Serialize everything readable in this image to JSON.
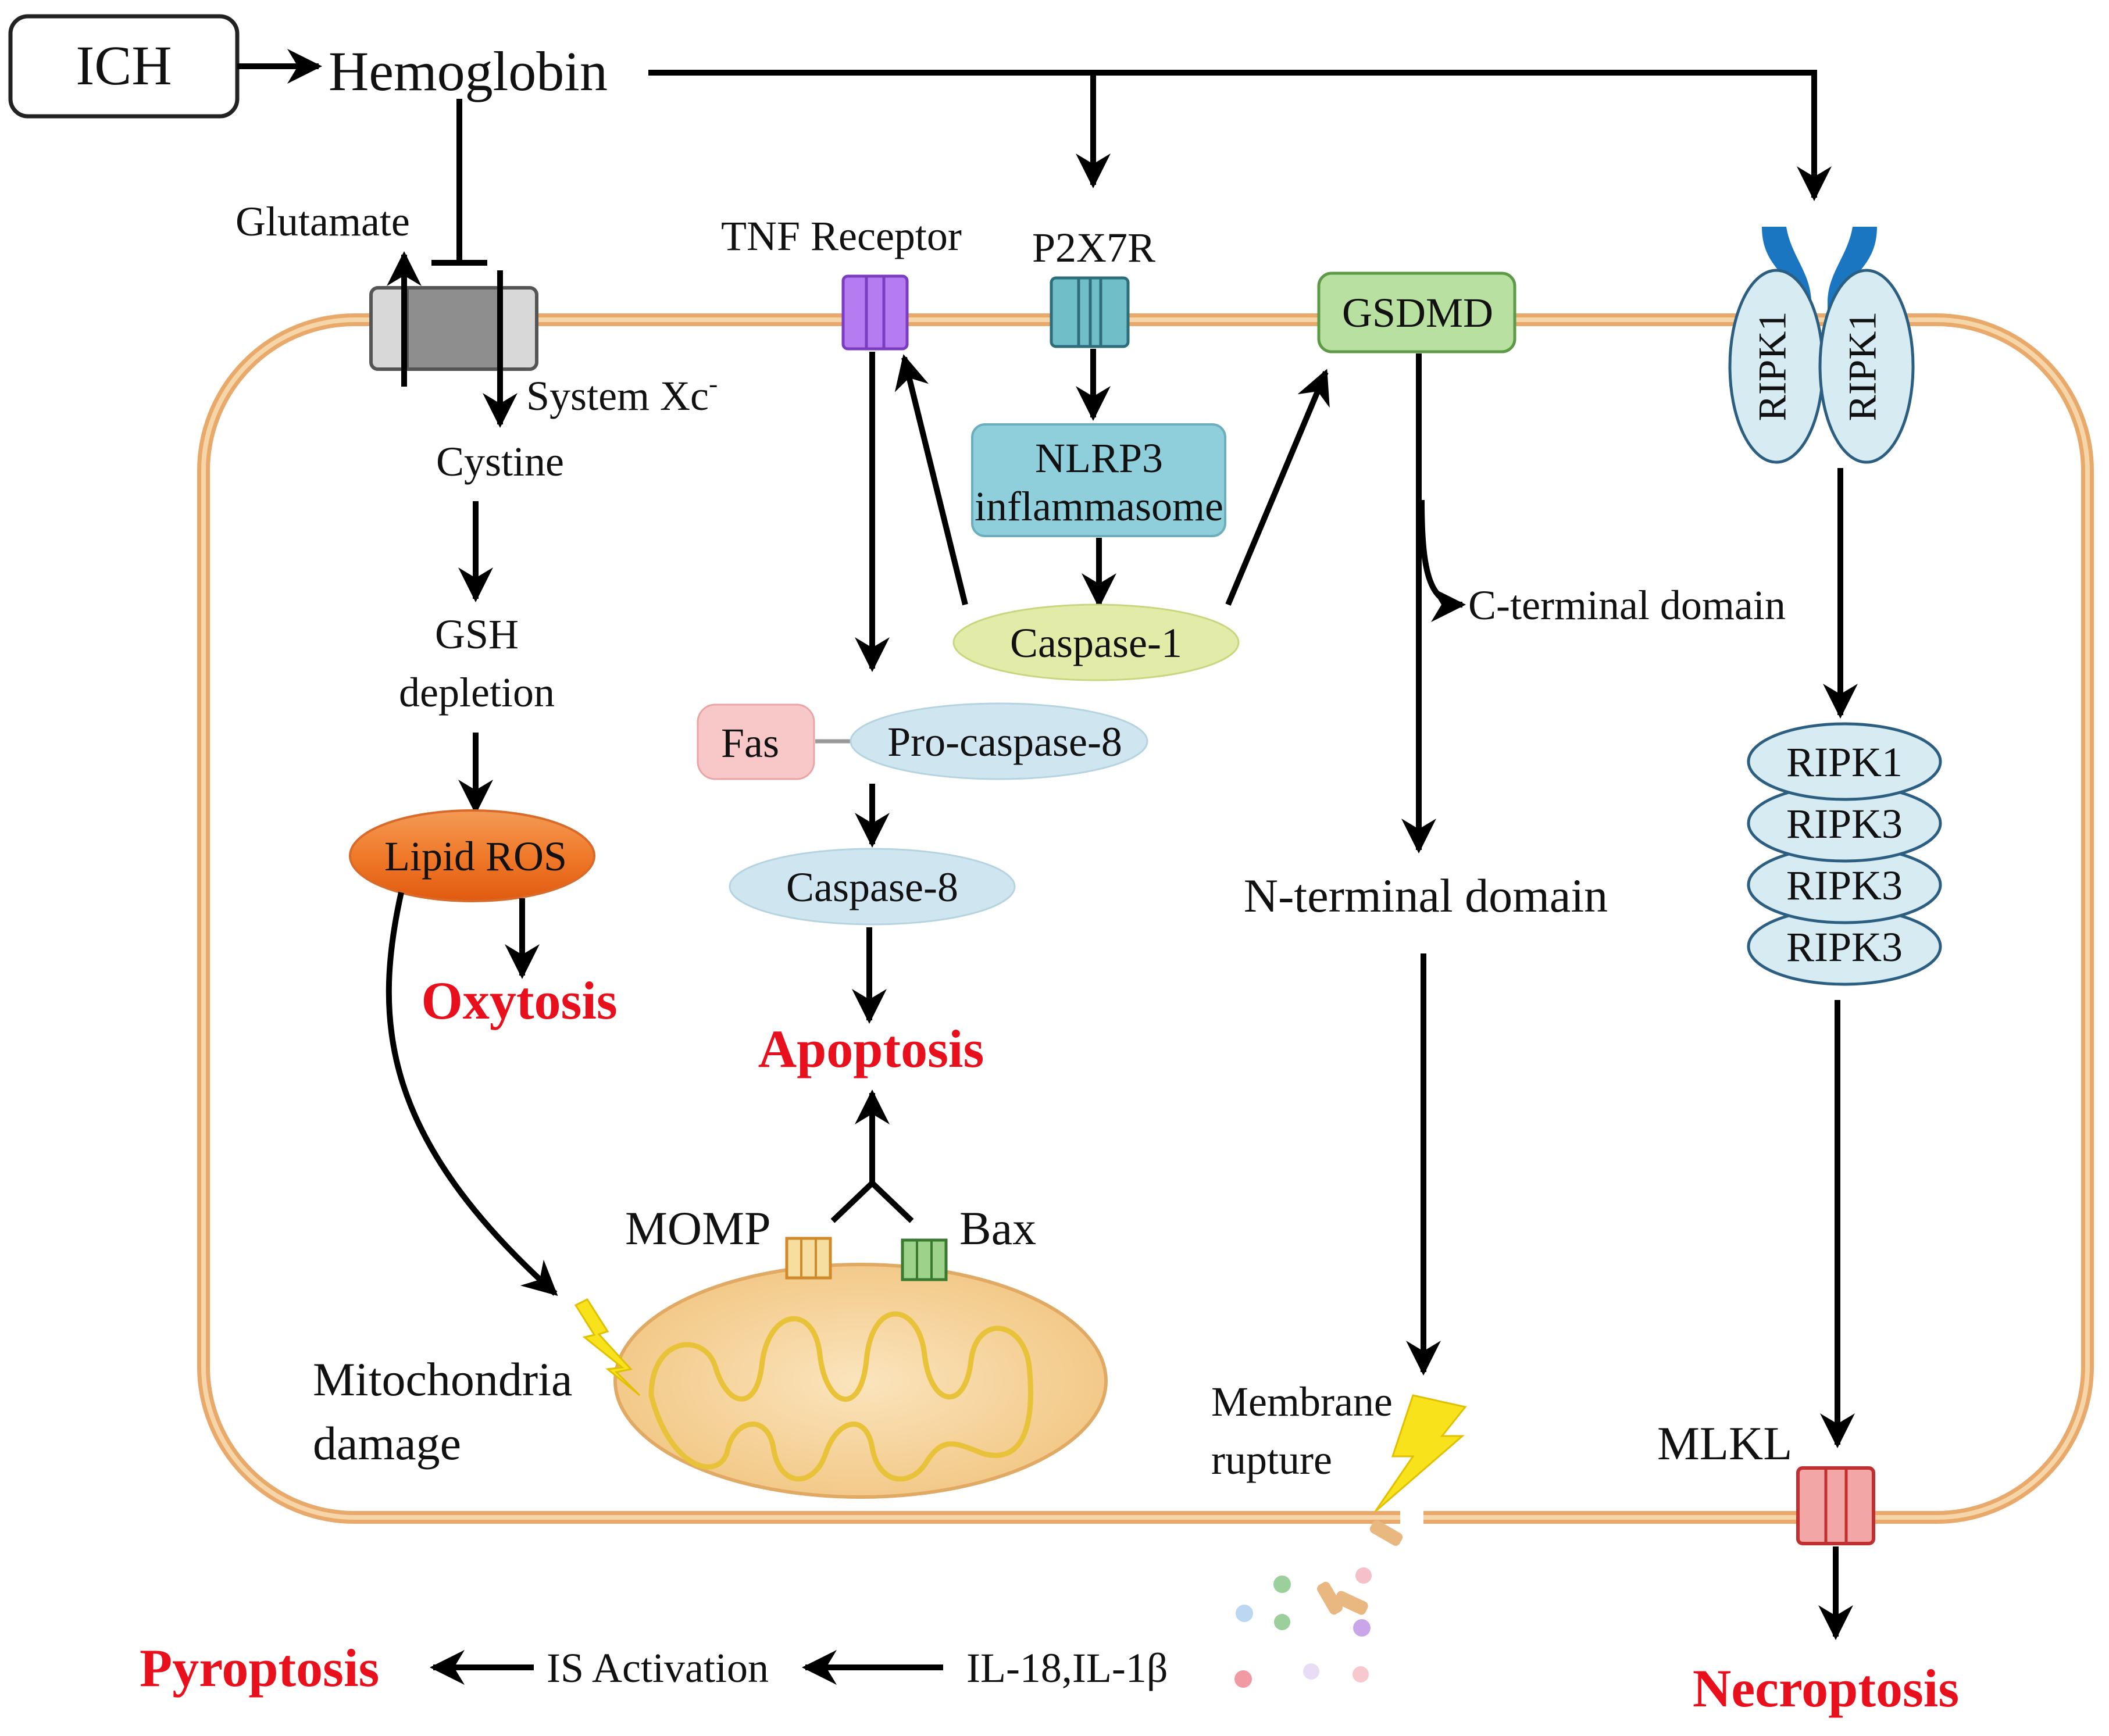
{
  "diagram": {
    "ich": "ICH",
    "hemoglobin": "Hemoglobin",
    "glutamate": "Glutamate",
    "system_xc": "System Xc",
    "system_xc_sup": "-",
    "cystine": "Cystine",
    "gsh_line1": "GSH",
    "gsh_line2": "depletion",
    "lipid_ros": "Lipid ROS",
    "oxytosis": "Oxytosis",
    "mito_line1": "Mitochondria",
    "mito_line2": "damage",
    "tnf_receptor": "TNF Receptor",
    "p2x7r": "P2X7R",
    "nlrp3_line1": "NLRP3",
    "nlrp3_line2": "inflammasome",
    "caspase1": "Caspase-1",
    "fas": "Fas",
    "pro_caspase8": "Pro-caspase-8",
    "caspase8": "Caspase-8",
    "apoptosis": "Apoptosis",
    "momp": "MOMP",
    "bax": "Bax",
    "gsdmd": "GSDMD",
    "c_terminal": "C-terminal domain",
    "n_terminal": "N-terminal domain",
    "membrane_line1": "Membrane",
    "membrane_line2": "rupture",
    "il": "IL-18,IL-1β",
    "is_activation": "IS Activation",
    "pyroptosis": "Pyroptosis",
    "ripk1_a": "RIPK1",
    "ripk1_b": "RIPK1",
    "stack_ripk1": "RIPK1",
    "stack_ripk3_a": "RIPK3",
    "stack_ripk3_b": "RIPK3",
    "stack_ripk3_c": "RIPK3",
    "mlkl": "MLKL",
    "necroptosis": "Necroptosis"
  },
  "colors": {
    "cell_membrane": "#E8A96A",
    "membrane_fill": "#F6D6A8",
    "death_label": "#E8101C",
    "tnf_receptor": "#B57BF0",
    "p2x7r": "#6FBEC8",
    "nlrp3": "#8ECFDB",
    "caspase1": "#E2EBA8",
    "fas": "#F8C8C8",
    "caspase8": "#CFE5F0",
    "lipid_ros": "#F07A2A",
    "gsdmd": "#B8E0A0",
    "ripk": "#D6EBF2",
    "mlkl": "#F2A6A6",
    "receptor_blue": "#1B76C2",
    "system_xc": "#9A9A9A",
    "mitochondria": "#F4C98A",
    "lightning": "#F8E21C"
  }
}
